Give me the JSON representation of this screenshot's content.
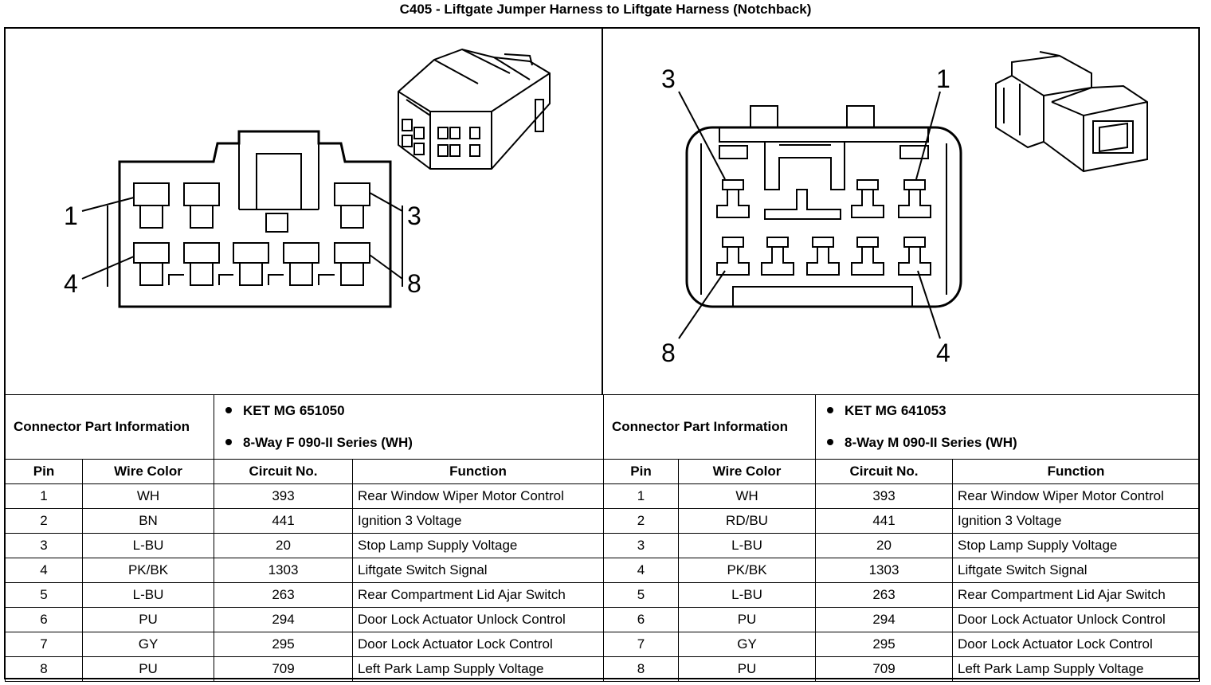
{
  "title": "C405 - Liftgate Jumper Harness to Liftgate Harness (Notchback)",
  "left_connector": {
    "callouts": [
      "1",
      "3",
      "4",
      "8"
    ],
    "info_label": "Connector Part Information",
    "parts": [
      "KET MG 651050",
      "8-Way F 090-II Series (WH)"
    ]
  },
  "right_connector": {
    "callouts": [
      "3",
      "1",
      "8",
      "4"
    ],
    "info_label": "Connector Part Information",
    "parts": [
      "KET MG 641053",
      "8-Way M 090-II Series (WH)"
    ]
  },
  "columns": [
    "Pin",
    "Wire Color",
    "Circuit No.",
    "Function"
  ],
  "left_rows": [
    {
      "pin": "1",
      "color": "WH",
      "circuit": "393",
      "function": "Rear Window Wiper Motor Control"
    },
    {
      "pin": "2",
      "color": "BN",
      "circuit": "441",
      "function": "Ignition 3 Voltage"
    },
    {
      "pin": "3",
      "color": "L-BU",
      "circuit": "20",
      "function": "Stop Lamp Supply Voltage"
    },
    {
      "pin": "4",
      "color": "PK/BK",
      "circuit": "1303",
      "function": "Liftgate Switch Signal"
    },
    {
      "pin": "5",
      "color": "L-BU",
      "circuit": "263",
      "function": "Rear Compartment Lid Ajar Switch"
    },
    {
      "pin": "6",
      "color": "PU",
      "circuit": "294",
      "function": "Door Lock Actuator Unlock Control"
    },
    {
      "pin": "7",
      "color": "GY",
      "circuit": "295",
      "function": "Door Lock Actuator Lock Control"
    },
    {
      "pin": "8",
      "color": "PU",
      "circuit": "709",
      "function": "Left Park Lamp Supply Voltage"
    }
  ],
  "right_rows": [
    {
      "pin": "1",
      "color": "WH",
      "circuit": "393",
      "function": "Rear Window Wiper Motor Control"
    },
    {
      "pin": "2",
      "color": "RD/BU",
      "circuit": "441",
      "function": "Ignition 3 Voltage"
    },
    {
      "pin": "3",
      "color": "L-BU",
      "circuit": "20",
      "function": "Stop Lamp Supply Voltage"
    },
    {
      "pin": "4",
      "color": "PK/BK",
      "circuit": "1303",
      "function": "Liftgate Switch Signal"
    },
    {
      "pin": "5",
      "color": "L-BU",
      "circuit": "263",
      "function": "Rear Compartment Lid Ajar Switch"
    },
    {
      "pin": "6",
      "color": "PU",
      "circuit": "294",
      "function": "Door Lock Actuator Unlock Control"
    },
    {
      "pin": "7",
      "color": "GY",
      "circuit": "295",
      "function": "Door Lock Actuator Lock Control"
    },
    {
      "pin": "8",
      "color": "PU",
      "circuit": "709",
      "function": "Left Park Lamp Supply Voltage"
    }
  ]
}
